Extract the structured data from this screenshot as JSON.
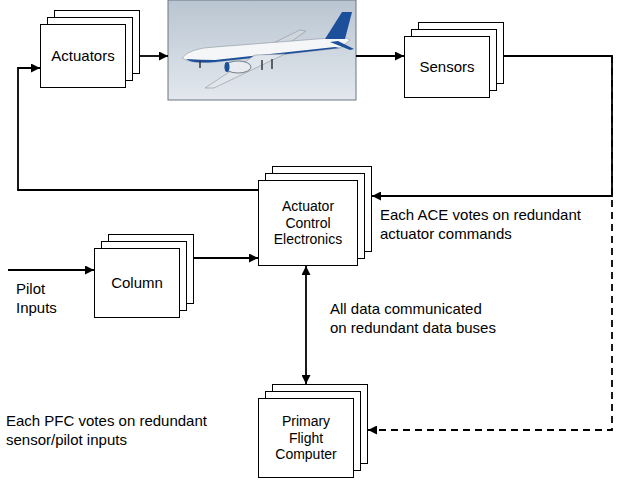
{
  "diagram": {
    "nodes": [
      {
        "text": [
          "Actuators"
        ]
      },
      {
        "text": [
          "Sensors"
        ]
      },
      {
        "text": [
          "Actuator Control Electronics"
        ]
      },
      {
        "text": [
          "Column"
        ]
      },
      {
        "text": [
          "Primary Flight Computer"
        ]
      }
    ],
    "edges": [
      {
        "from": 2,
        "to": 0,
        "arrow": "to"
      },
      {
        "from": 3,
        "to": 2,
        "arrow": "to"
      },
      {
        "from": 2,
        "to": 4,
        "label": "All data communicated on redundant data buses",
        "arrow": "both"
      },
      {
        "from": 1,
        "to": 2,
        "arrow": "to"
      },
      {
        "from": 1,
        "to": 4,
        "arrow": "to"
      }
    ],
    "labels": [
      "Pilot Inputs",
      "Each ACE votes on redundant actuator commands",
      "Each PFC votes on redundant sensor/pilot inputs"
    ]
  }
}
